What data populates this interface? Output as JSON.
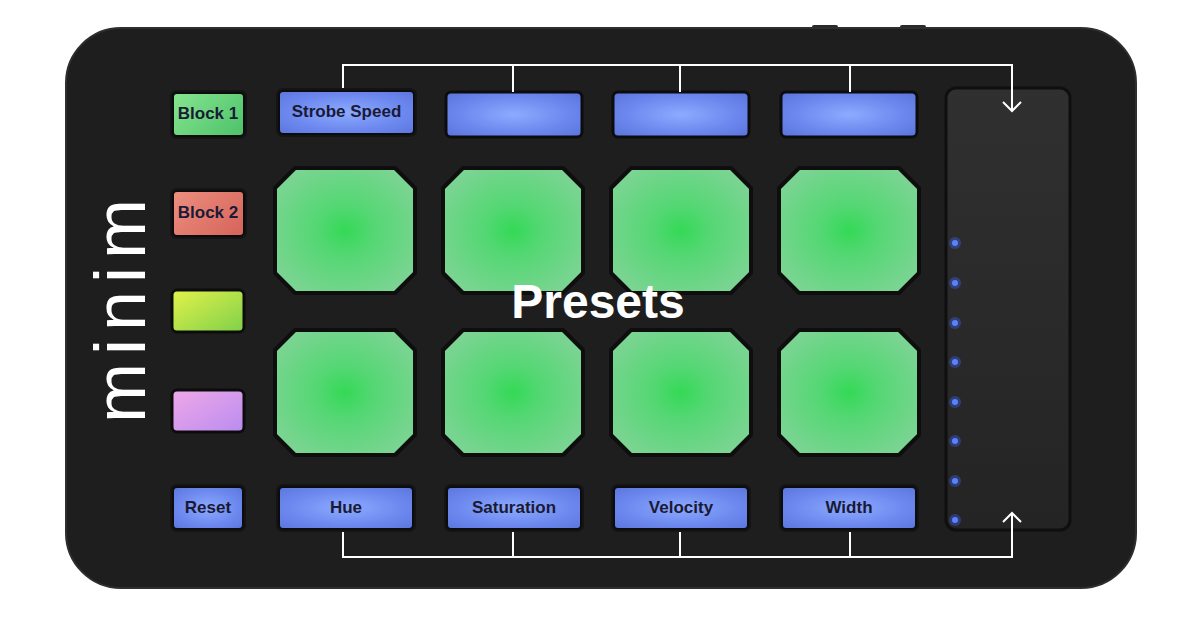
{
  "diagram": {
    "nodes": [
      {
        "text": [
          "Block 1"
        ]
      },
      {
        "text": [
          "Strobe Speed"
        ]
      },
      {
        "text": [
          "Block 2"
        ]
      },
      {
        "text": [
          "Reset"
        ]
      },
      {
        "text": [
          "Hue"
        ]
      },
      {
        "text": [
          "Saturation"
        ]
      },
      {
        "text": [
          "Velocity"
        ]
      },
      {
        "text": [
          "Width"
        ]
      }
    ],
    "labels": [
      "minim",
      "Presets"
    ]
  }
}
